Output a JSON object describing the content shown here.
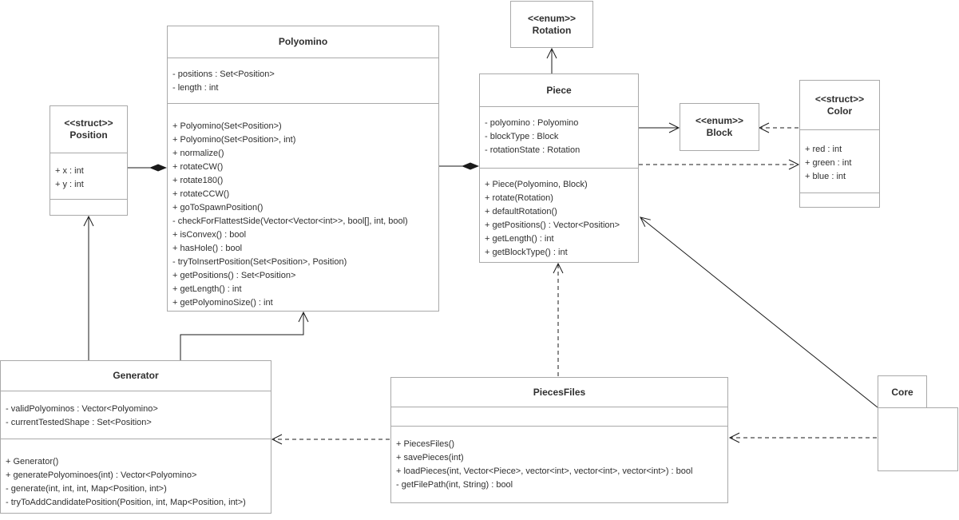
{
  "diagram": {
    "kind": "uml-class-diagram",
    "colors": {
      "background": "#ffffff",
      "box_border": "#a9a9a9",
      "box_fill": "#ffffff",
      "text": "#2f2f2f",
      "line": "#1a1a1a"
    },
    "classes": {
      "polyomino": {
        "name": "Polyomino",
        "attributes": [
          "- positions : Set<Position>",
          "- length : int"
        ],
        "methods": [
          "+ Polyomino(Set<Position>)",
          "+ Polyomino(Set<Position>, int)",
          "+ normalize()",
          "+ rotateCW()",
          "+ rotate180()",
          "+ rotateCCW()",
          "+ goToSpawnPosition()",
          "- checkForFlattestSide(Vector<Vector<int>>, bool[], int, bool)",
          "+ isConvex() : bool",
          "+ hasHole() : bool",
          "- tryToInsertPosition(Set<Position>, Position)",
          "+ getPositions() : Set<Position>",
          "+ getLength() : int",
          "+ getPolyominoSize() : int"
        ]
      },
      "rotation": {
        "stereotype": "<<enum>>",
        "name": "Rotation"
      },
      "piece": {
        "name": "Piece",
        "attributes": [
          "- polyomino : Polyomino",
          "- blockType : Block",
          "- rotationState : Rotation"
        ],
        "methods": [
          "+ Piece(Polyomino, Block)",
          "+ rotate(Rotation)",
          "+ defaultRotation()",
          "+ getPositions() : Vector<Position>",
          "+ getLength() : int",
          "+ getBlockType() : int"
        ]
      },
      "block": {
        "stereotype": "<<enum>>",
        "name": "Block"
      },
      "color": {
        "stereotype": "<<struct>>",
        "name": "Color",
        "attributes": [
          "+ red : int",
          "+ green : int",
          "+ blue : int"
        ]
      },
      "position": {
        "stereotype": "<<struct>>",
        "name": "Position",
        "attributes": [
          "+ x : int",
          "+ y : int"
        ]
      },
      "generator": {
        "name": "Generator",
        "attributes": [
          "- validPolyominos : Vector<Polyomino>",
          "- currentTestedShape : Set<Position>"
        ],
        "methods": [
          "+ Generator()",
          "+ generatePolyominoes(int) : Vector<Polyomino>",
          "- generate(int, int, int, Map<Position, int>)",
          "- tryToAddCandidatePosition(Position, int, Map<Position, int>)"
        ]
      },
      "piecesfiles": {
        "name": "PiecesFiles",
        "methods": [
          "+ PiecesFiles()",
          "+ savePieces(int)",
          "+ loadPieces(int, Vector<Piece>, vector<int>, vector<int>, vector<int>) : bool",
          "- getFilePath(int, String) : bool"
        ]
      },
      "core": {
        "name": "Core",
        "shape": "package"
      }
    },
    "relationships": [
      {
        "from": "Polyomino",
        "to": "Position",
        "type": "composition"
      },
      {
        "from": "Piece",
        "to": "Polyomino",
        "type": "composition"
      },
      {
        "from": "Piece",
        "to": "Rotation",
        "type": "association-arrow"
      },
      {
        "from": "Piece",
        "to": "Block",
        "type": "association-arrow"
      },
      {
        "from": "Piece",
        "to": "Color",
        "type": "dependency-dashed"
      },
      {
        "from": "Color",
        "to": "Block",
        "type": "dependency-dashed"
      },
      {
        "from": "Generator",
        "to": "Position",
        "type": "association-arrow"
      },
      {
        "from": "Generator",
        "to": "Polyomino",
        "type": "association-arrow"
      },
      {
        "from": "PiecesFiles",
        "to": "Piece",
        "type": "dependency-dashed"
      },
      {
        "from": "PiecesFiles",
        "to": "Generator",
        "type": "dependency-dashed"
      },
      {
        "from": "Core",
        "to": "PiecesFiles",
        "type": "dependency-dashed"
      },
      {
        "from": "Core",
        "to": "Piece",
        "type": "association-arrow"
      }
    ]
  }
}
